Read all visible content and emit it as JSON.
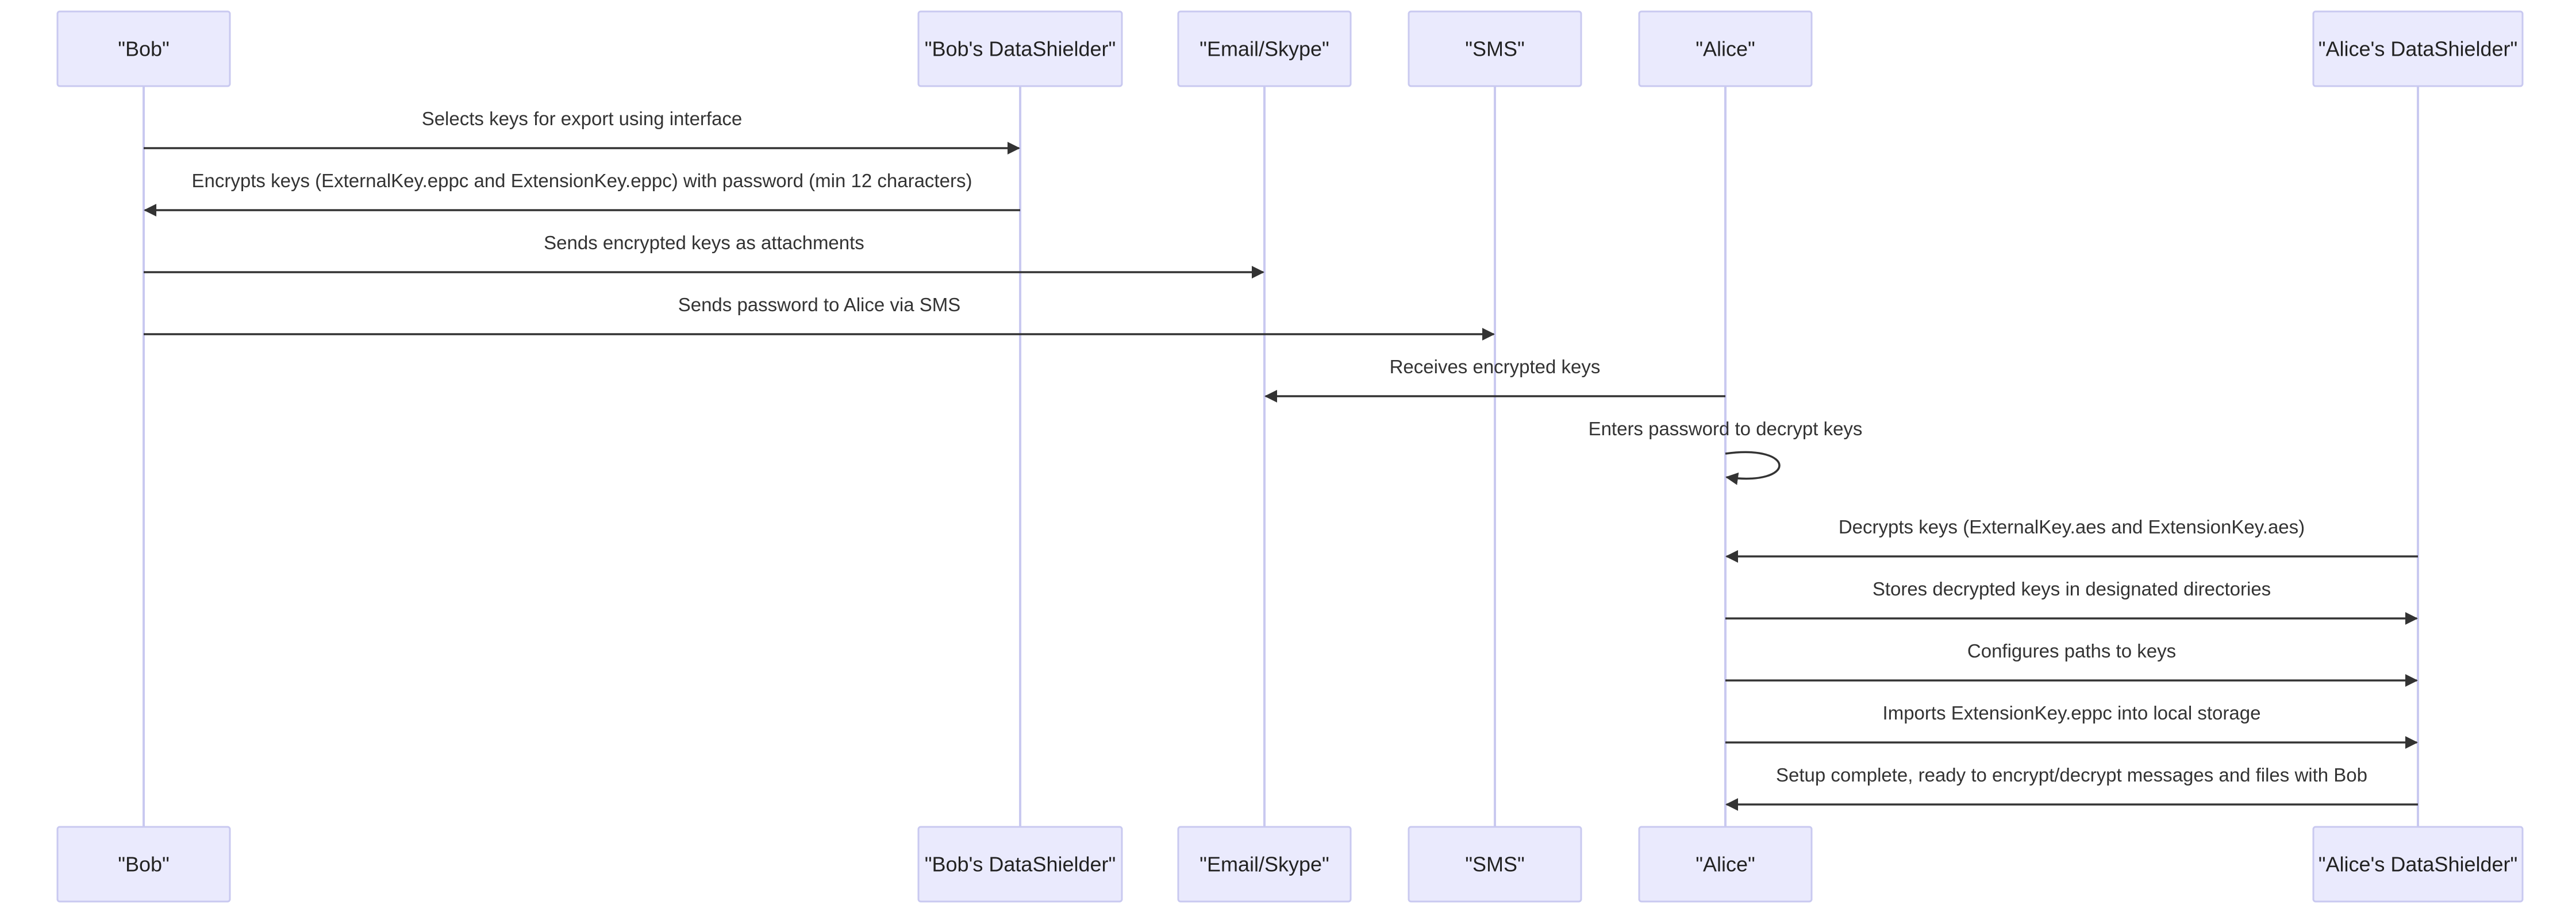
{
  "participants": [
    {
      "id": "bob",
      "label": "\"Bob\""
    },
    {
      "id": "bob_ds",
      "label": "\"Bob's DataShielder\""
    },
    {
      "id": "email",
      "label": "\"Email/Skype\""
    },
    {
      "id": "sms",
      "label": "\"SMS\""
    },
    {
      "id": "alice",
      "label": "\"Alice\""
    },
    {
      "id": "alice_ds",
      "label": "\"Alice's DataShielder\""
    }
  ],
  "messages": [
    {
      "from": "bob",
      "to": "bob_ds",
      "text": "Selects keys for export using interface"
    },
    {
      "from": "bob_ds",
      "to": "bob",
      "text": "Encrypts keys (ExternalKey.eppc and ExtensionKey.eppc) with password (min 12 characters)"
    },
    {
      "from": "bob",
      "to": "email",
      "text": "Sends encrypted keys as attachments"
    },
    {
      "from": "bob",
      "to": "sms",
      "text": "Sends password to Alice via SMS"
    },
    {
      "from": "alice",
      "to": "email",
      "text": "Receives encrypted keys"
    },
    {
      "from": "alice",
      "to": "alice",
      "text": "Enters password to decrypt keys"
    },
    {
      "from": "alice_ds",
      "to": "alice",
      "text": "Decrypts keys (ExternalKey.aes and ExtensionKey.aes)"
    },
    {
      "from": "alice",
      "to": "alice_ds",
      "text": "Stores decrypted keys in designated directories"
    },
    {
      "from": "alice",
      "to": "alice_ds",
      "text": "Configures paths to keys"
    },
    {
      "from": "alice",
      "to": "alice_ds",
      "text": "Imports ExtensionKey.eppc into local storage"
    },
    {
      "from": "alice_ds",
      "to": "alice",
      "text": "Setup complete, ready to encrypt/decrypt messages and files with Bob"
    }
  ]
}
